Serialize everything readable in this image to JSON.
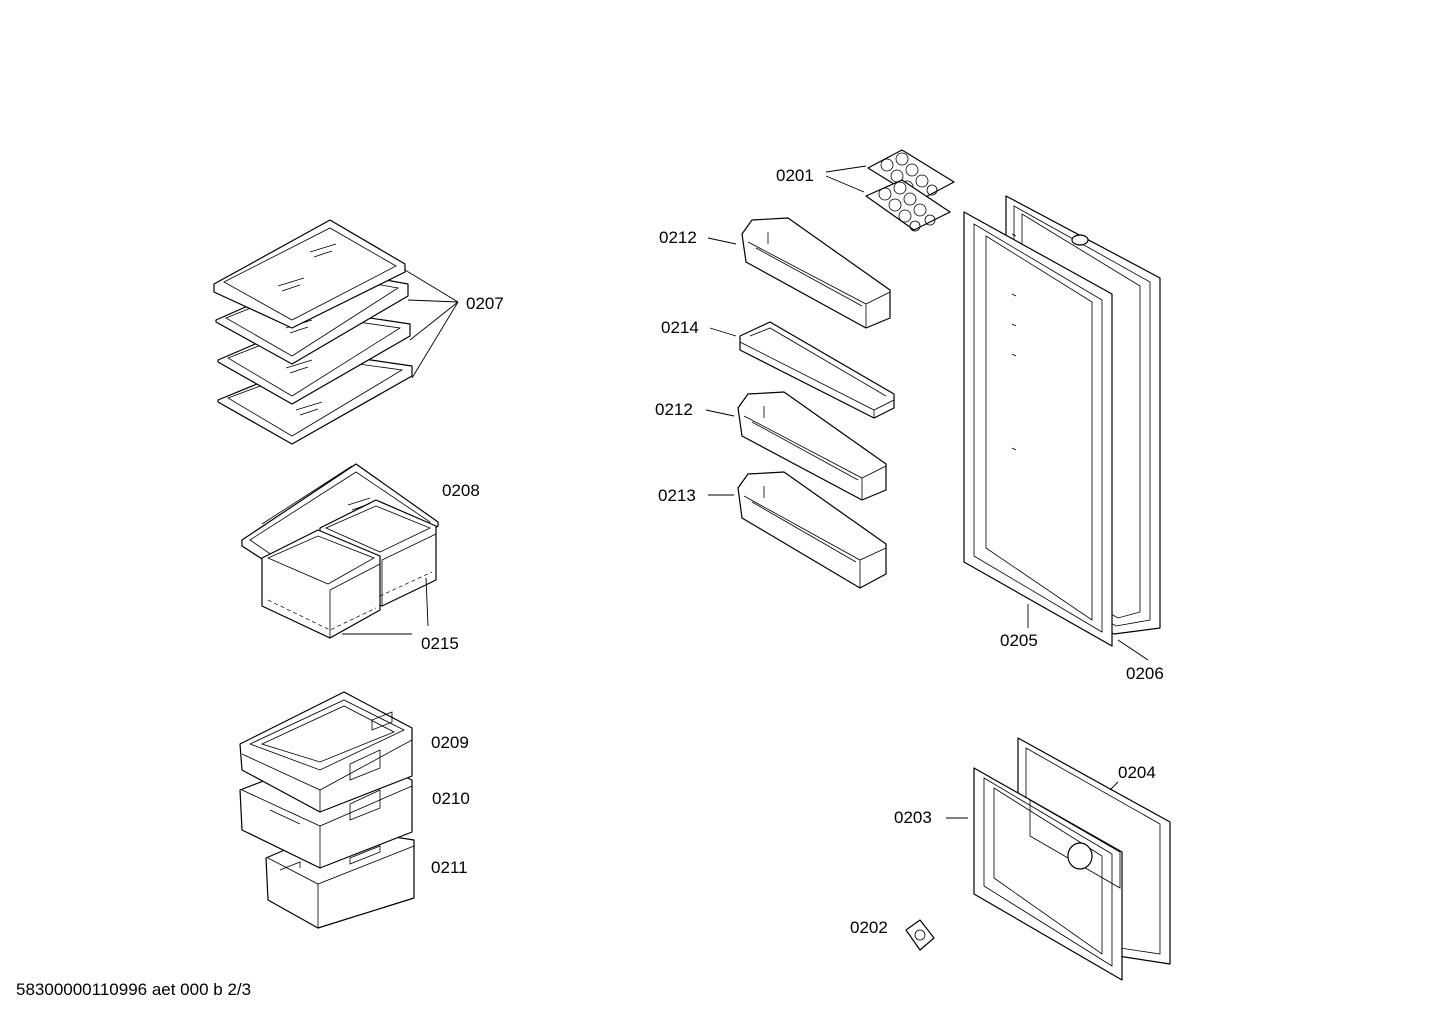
{
  "diagram": {
    "footer": "58300000110996 aet 000 b 2/3",
    "labels": {
      "p0201": "0201",
      "p0202": "0202",
      "p0203": "0203",
      "p0204": "0204",
      "p0205": "0205",
      "p0206": "0206",
      "p0207": "0207",
      "p0208": "0208",
      "p0209": "0209",
      "p0210": "0210",
      "p0211": "0211",
      "p0212a": "0212",
      "p0212b": "0212",
      "p0213": "0213",
      "p0214": "0214",
      "p0215": "0215"
    }
  }
}
